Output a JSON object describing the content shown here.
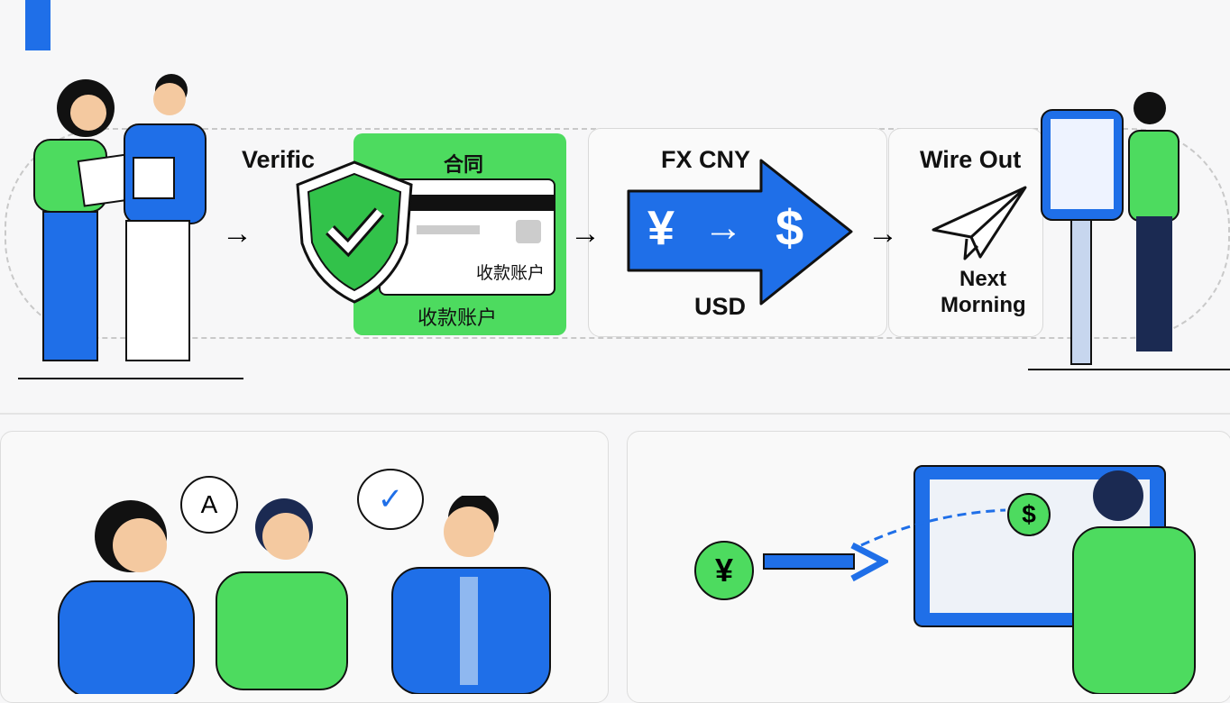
{
  "flow": {
    "step1_label": "Verific",
    "step2_title": "合同",
    "step2_card_text": "收款账户",
    "step2_caption": "收款账户",
    "step3_title": "FX CNY",
    "step3_from_symbol": "¥",
    "step3_arrow": "→",
    "step3_to_symbol": "$",
    "step3_caption": "USD",
    "step4_title": "Wire Out",
    "step4_caption_line1": "Next",
    "step4_caption_line2": "Morning"
  },
  "bottom_left": {
    "bubble1_text": "A"
  },
  "bottom_right": {
    "yuan_symbol": "¥",
    "dollar_symbol": "$"
  },
  "colors": {
    "blue": "#1f6fe8",
    "green": "#4ddb5f",
    "dark": "#111111"
  }
}
